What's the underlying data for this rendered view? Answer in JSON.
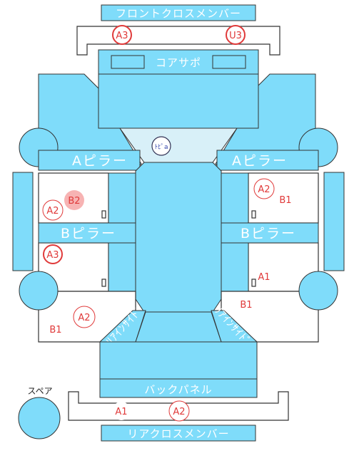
{
  "parts": {
    "front_cross_member": "フロントクロスメンバー",
    "core_support": "コアサポ",
    "a_pillar_left": "Aピラー",
    "a_pillar_right": "Aピラー",
    "b_pillar_left": "Bピラー",
    "b_pillar_right": "Bピラー",
    "back_panel": "バックパネル",
    "rear_cross_member": "リアクロスメンバー",
    "spare_label": "スペア",
    "rear_inside_left": "ﾘｱｲﾝｻｲﾄﾞ",
    "rear_inside_right": "ﾘｱｲﾝｻｲﾄﾞ"
  },
  "tag": {
    "label": "ﾄﾋﾟa"
  },
  "marks": {
    "front_a3": "A3",
    "front_u3": "U3",
    "left_b2": "B2",
    "left_a2": "A2",
    "left_a3": "A3",
    "right_a2": "A2",
    "right_b1": "B1",
    "right_a1": "A1",
    "right_b1_lower": "B1",
    "rear_left_a2": "A2",
    "rear_left_b1": "B1",
    "rear_a1": "A1",
    "rear_a2": "A2"
  },
  "colors": {
    "part_fill": "#7fdcfa",
    "glass_fill": "#d8f0f8",
    "mark_red": "#e03a3a",
    "mark_highlight": "#f7b3b3"
  }
}
